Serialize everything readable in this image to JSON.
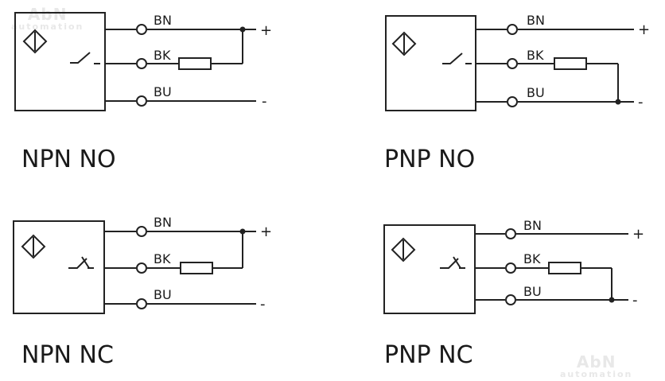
{
  "watermark": {
    "brand": "AbN",
    "sub": "automation"
  },
  "wire_labels": {
    "brown": "BN",
    "black": "BK",
    "blue": "BU"
  },
  "polarity": {
    "positive": "+",
    "negative": "-"
  },
  "diagrams": [
    {
      "caption": "NPN NO"
    },
    {
      "caption": "PNP NO"
    },
    {
      "caption": "NPN NC"
    },
    {
      "caption": "PNP NC"
    }
  ],
  "colors": {
    "line": "#222222",
    "text": "#1a1a1a",
    "watermark": "#e8e8e8"
  }
}
